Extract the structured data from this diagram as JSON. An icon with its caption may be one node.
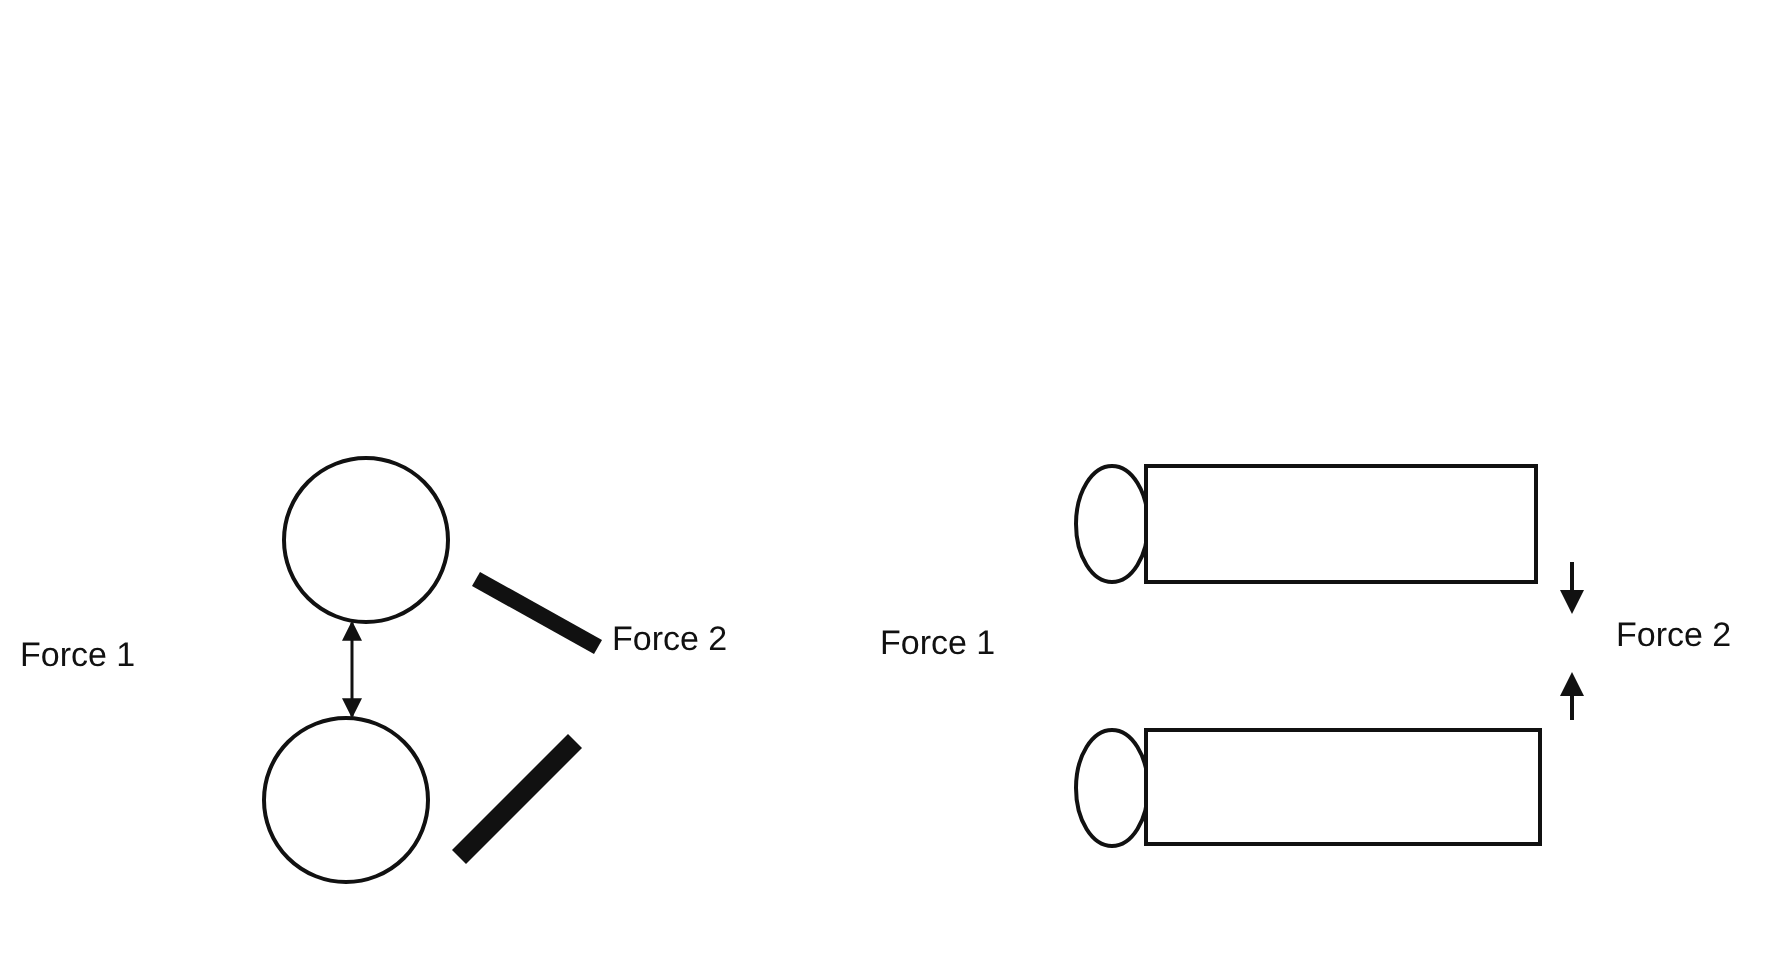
{
  "diagram": {
    "nodes": [
      {
        "text": [],
        "shape": "circle"
      },
      {
        "text": [],
        "shape": "circle"
      }
    ],
    "edges": [
      {
        "from": 0,
        "to": 1,
        "arrow": "both"
      }
    ],
    "labels": [
      "Force 1",
      "Force 2",
      "Force 1",
      "Force 2"
    ]
  }
}
